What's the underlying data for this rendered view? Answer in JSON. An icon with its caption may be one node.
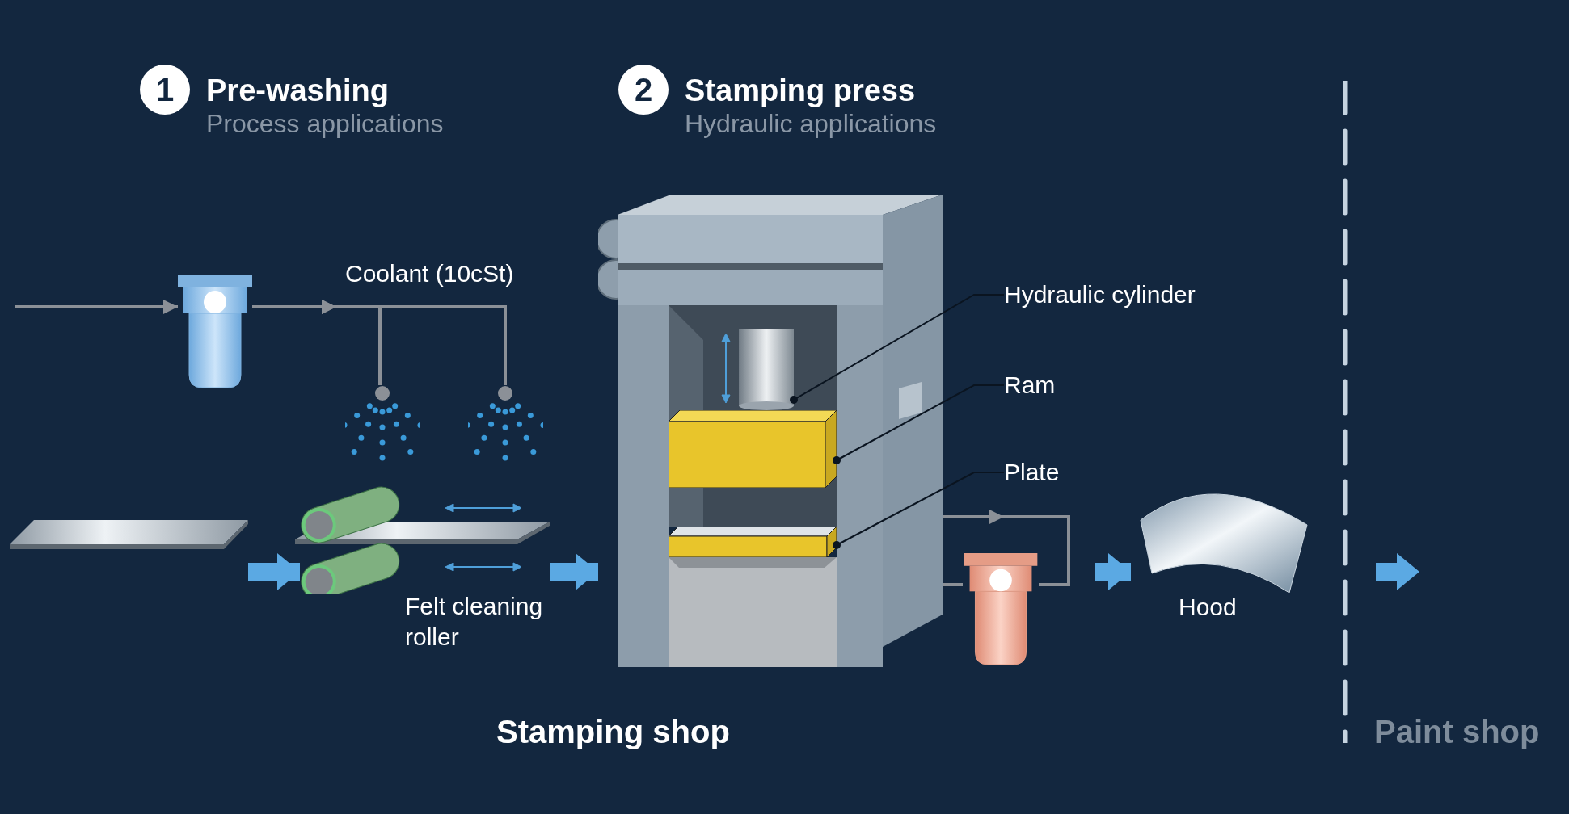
{
  "diagram": {
    "nodes": [
      {
        "text": [
          "1"
        ],
        "beside": [
          "Pre-washing",
          "Process applications"
        ]
      },
      {
        "text": [
          "2"
        ],
        "beside": [
          "Stamping press",
          "Hydraulic applications"
        ]
      },
      {
        "text": [],
        "shape": "picture"
      },
      {
        "text": [],
        "shape": "picture"
      },
      {
        "text": [],
        "shape": "picture"
      },
      {
        "text": [],
        "shape": "picture"
      },
      {
        "text": [],
        "shape": "picture",
        "beside": [
          "Felt cleaning roller"
        ]
      },
      {
        "text": [],
        "shape": "picture"
      },
      {
        "text": [
          "Hydraulic cylinder"
        ]
      },
      {
        "text": [
          "Ram"
        ]
      },
      {
        "text": [
          "Plate"
        ]
      },
      {
        "text": [],
        "shape": "cylinder",
        "in": 7
      },
      {
        "text": [],
        "shape": "box",
        "in": 7
      },
      {
        "text": [],
        "shape": "box",
        "in": 7
      },
      {
        "text": [],
        "shape": "picture"
      },
      {
        "text": [],
        "shape": "picture",
        "beside": [
          "Hood"
        ]
      }
    ],
    "edges": [
      {
        "from": null,
        "to": 2,
        "arrow": "to"
      },
      {
        "from": 2,
        "to": 3,
        "arrow": "to"
      },
      {
        "from": 2,
        "to": 4,
        "arrow": "to"
      },
      {
        "from": null,
        "to": 6,
        "arrow": "to",
        "style": "thick",
        "color": "#5ba9e3"
      },
      {
        "from": 6,
        "to": 7,
        "arrow": "to",
        "style": "thick",
        "color": "#5ba9e3"
      },
      {
        "from": 7,
        "to": 14,
        "arrow": "to"
      },
      {
        "from": 14,
        "to": 7,
        "arrow": "none"
      },
      {
        "from": null,
        "to": 15,
        "arrow": "to",
        "style": "thick",
        "color": "#5ba9e3"
      },
      {
        "from": 8,
        "to": 11,
        "arrow": "other",
        "color": "#0a1420"
      },
      {
        "from": 9,
        "to": 12,
        "arrow": "other",
        "color": "#0a1420"
      },
      {
        "from": 10,
        "to": 13,
        "arrow": "other",
        "color": "#0a1420"
      }
    ],
    "labels": [
      "Coolant (10cSt)",
      "Stamping shop",
      "Paint shop"
    ]
  }
}
